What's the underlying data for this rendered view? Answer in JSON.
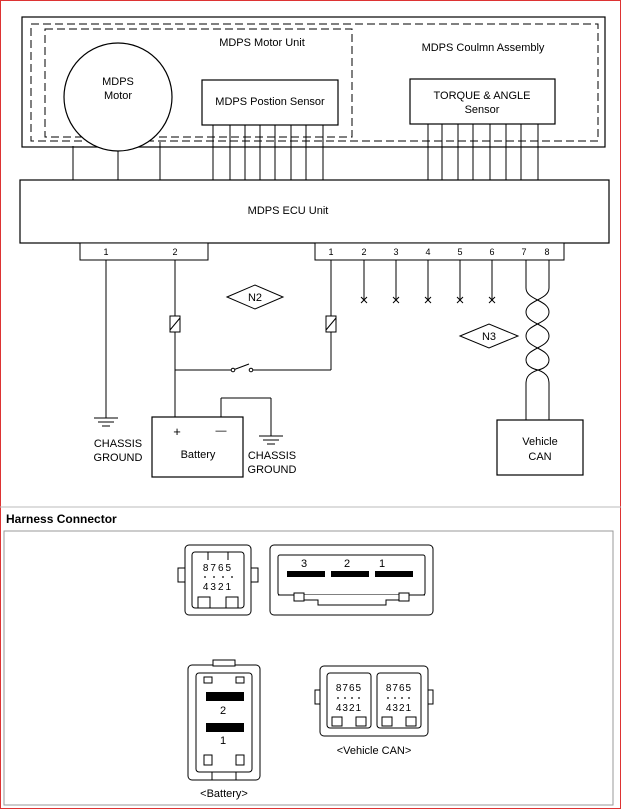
{
  "diagram": {
    "motor_unit_label": "MDPS Motor Unit",
    "column_assembly_label": "MDPS Coulmn Assembly",
    "motor_label_1": "MDPS",
    "motor_label_2": "Motor",
    "position_sensor_label": "MDPS Postion Sensor",
    "torque_sensor_label_1": "TORQUE & ANGLE",
    "torque_sensor_label_2": "Sensor",
    "ecu_label": "MDPS ECU Unit",
    "left_pins": [
      "1",
      "2"
    ],
    "right_pins": [
      "1",
      "2",
      "3",
      "4",
      "5",
      "6",
      "7",
      "8"
    ],
    "n2_label": "N2",
    "n3_label": "N3",
    "battery_label": "Battery",
    "battery_plus": "+",
    "battery_minus": "—",
    "chassis_ground_1_a": "CHASSIS",
    "chassis_ground_1_b": "GROUND",
    "chassis_ground_2_a": "CHASSIS",
    "chassis_ground_2_b": "GROUND",
    "vehicle_can_label_1": "Vehicle",
    "vehicle_can_label_2": "CAN"
  },
  "harness": {
    "section_title": "Harness Connector",
    "connector_8pin": {
      "top_pins": "8765",
      "bottom_pins": "4321"
    },
    "connector_3pin": {
      "pins": [
        "3",
        "2",
        "1"
      ]
    },
    "battery_connector": {
      "pins": [
        "2",
        "1"
      ],
      "caption": "<Battery>"
    },
    "vehicle_can_connector": {
      "top_pins": [
        "8765",
        "8765"
      ],
      "bottom_pins": [
        "4321",
        "4321"
      ],
      "caption": "<Vehicle CAN>"
    }
  }
}
